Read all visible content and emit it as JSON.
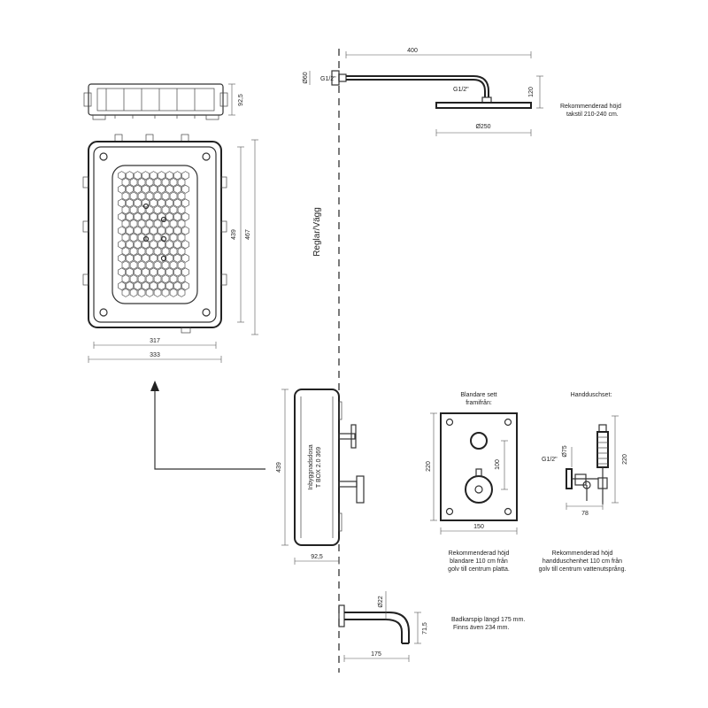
{
  "wall_label": "Reglar/Vägg",
  "shower_head": {
    "arm_length": "400",
    "pipe_diameter": "Ø60",
    "thread_wall": "G1/2\"",
    "thread_head": "G1/2\"",
    "drop_height": "120",
    "head_diameter": "Ø250",
    "note_line1": "Rekommenderad höjd",
    "note_line2": "takstil 210-240 cm."
  },
  "box_top": {
    "depth": "92,5"
  },
  "box_front": {
    "height_inner": "439",
    "height_outer": "467",
    "width_inner": "317",
    "width_outer": "333"
  },
  "box_side": {
    "height": "439",
    "depth": "92,5",
    "label_line1": "Inbyggnadsdosa",
    "label_line2": "T BOX 2.0 369"
  },
  "mixer": {
    "title_line1": "Blandare sett",
    "title_line2": "framifrån:",
    "height": "220",
    "spacing": "100",
    "width": "150",
    "note_line1": "Rekommenderad höjd",
    "note_line2": "blandare 110 cm från",
    "note_line3": "golv till centrum platta."
  },
  "hand_shower": {
    "title": "Handduschset:",
    "diameter": "Ø75",
    "thread": "G1/2\"",
    "height": "220",
    "width": "78",
    "note_line1": "Rekommenderad höjd",
    "note_line2": "handduschenhet 110 cm från",
    "note_line3": "golv till centrum vattenutsprång."
  },
  "spout": {
    "diameter": "Ø22",
    "height": "71,5",
    "length": "175",
    "note_line1": "Badkarspip längd 175 mm.",
    "note_line2": "Finns även 234 mm."
  }
}
